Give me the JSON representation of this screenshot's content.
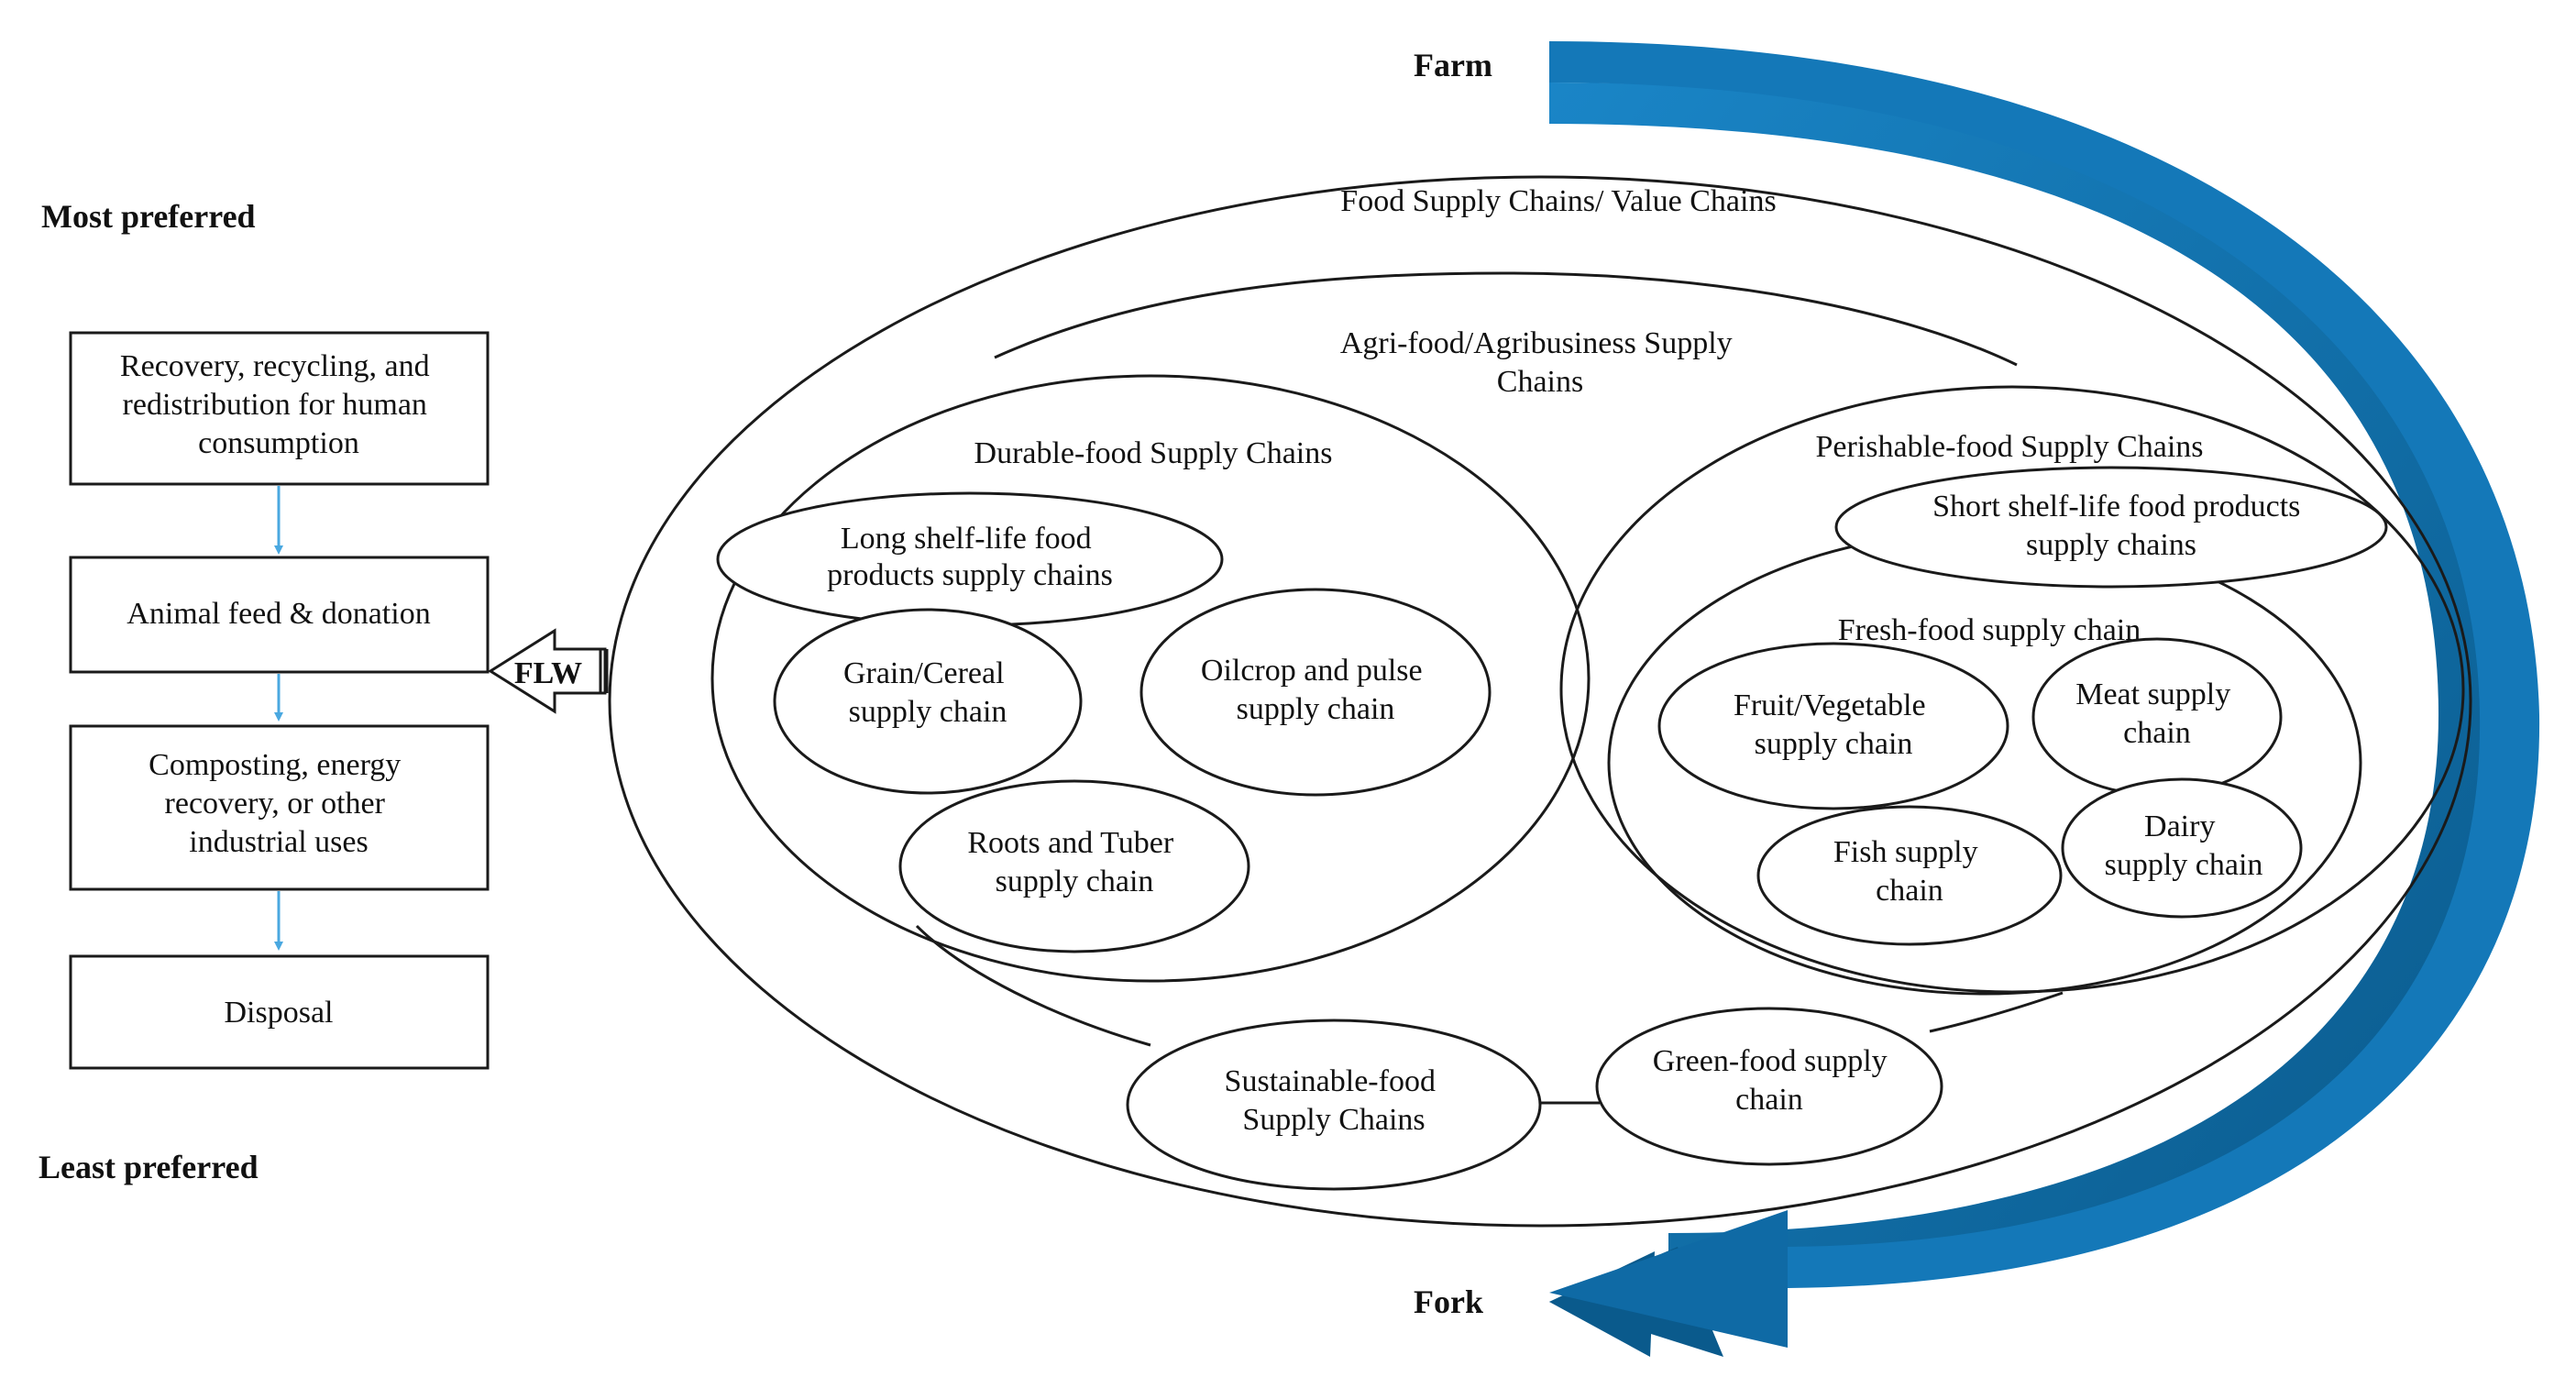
{
  "colors": {
    "arrow_blue": "#1478b8",
    "arrow_blue_dark": "#0a5a8c",
    "connector_blue": "#4aa8e0",
    "stroke": "#1a1a1a"
  },
  "hierarchy": {
    "top_label": "Most preferred",
    "bottom_label": "Least preferred",
    "steps": [
      {
        "lines": [
          "Recovery, recycling, and",
          "redistribution for human",
          "consumption"
        ]
      },
      {
        "lines": [
          "Animal feed & donation"
        ]
      },
      {
        "lines": [
          "Composting,  energy",
          "recovery, or other",
          "industrial uses"
        ]
      },
      {
        "lines": [
          "Disposal"
        ]
      }
    ],
    "flw_label": "FLW"
  },
  "flow": {
    "start_label": "Farm",
    "end_label": "Fork"
  },
  "chains": {
    "outer": {
      "lines": [
        "Food Supply Chains/  Value Chains"
      ]
    },
    "agri": {
      "lines": [
        "Agri-food/Agribusiness Supply",
        "Chains"
      ]
    },
    "durable": {
      "lines": [
        "Durable-food Supply Chains"
      ]
    },
    "long_shelf": {
      "lines": [
        "Long shelf-life food",
        "products supply chains"
      ]
    },
    "grain": {
      "lines": [
        "Grain/Cereal",
        "supply chain"
      ]
    },
    "oilcrop": {
      "lines": [
        "Oilcrop and pulse",
        "supply chain"
      ]
    },
    "roots": {
      "lines": [
        "Roots and Tuber",
        "supply chain"
      ]
    },
    "perishable": {
      "lines": [
        "Perishable-food Supply Chains"
      ]
    },
    "short_shelf": {
      "lines": [
        "Short shelf-life food products",
        "supply chains"
      ]
    },
    "fresh": {
      "lines": [
        "Fresh-food supply chain"
      ]
    },
    "fruit": {
      "lines": [
        "Fruit/Vegetable",
        "supply chain"
      ]
    },
    "meat": {
      "lines": [
        "Meat supply",
        "chain"
      ]
    },
    "fish": {
      "lines": [
        "Fish supply",
        "chain"
      ]
    },
    "dairy": {
      "lines": [
        "Dairy",
        "supply chain"
      ]
    },
    "sustainable": {
      "lines": [
        "Sustainable-food",
        "Supply Chains"
      ]
    },
    "green": {
      "lines": [
        "Green-food supply",
        "chain"
      ]
    }
  }
}
